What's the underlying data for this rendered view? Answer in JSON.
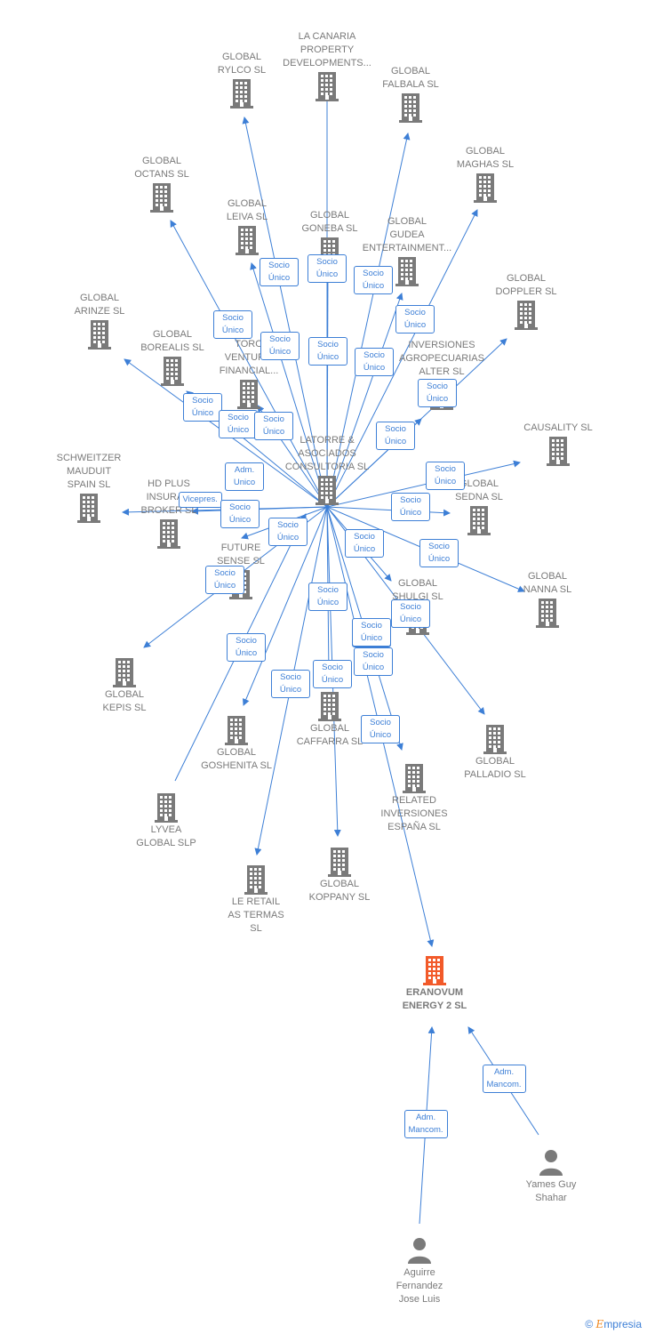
{
  "colors": {
    "node": "#7a7a7a",
    "main": "#f25a2a",
    "edge": "#3d7fd6"
  },
  "icons": {
    "company": "building-icon",
    "person": "person-icon"
  },
  "nodes": [
    {
      "id": "latorre",
      "label": "LATORRE &\nASOCIADOS\nCONSULTORIA SL",
      "type": "company",
      "hub": true
    },
    {
      "id": "rylco",
      "label": "GLOBAL\nRYLCO  SL",
      "type": "company"
    },
    {
      "id": "lacanaria",
      "label": "LA CANARIA\nPROPERTY\nDEVELOPMENTS...",
      "type": "company"
    },
    {
      "id": "falbala",
      "label": "GLOBAL\nFALBALA  SL",
      "type": "company"
    },
    {
      "id": "octans",
      "label": "GLOBAL\nOCTANS  SL",
      "type": "company"
    },
    {
      "id": "maghas",
      "label": "GLOBAL\nMAGHAS  SL",
      "type": "company"
    },
    {
      "id": "leiva",
      "label": "GLOBAL\nLEIVA  SL",
      "type": "company"
    },
    {
      "id": "goneba",
      "label": "GLOBAL\nGONEBA  SL",
      "type": "company"
    },
    {
      "id": "gudea",
      "label": "GLOBAL\nGUDEA\nENTERTAINMENT...",
      "type": "company"
    },
    {
      "id": "doppler",
      "label": "GLOBAL\nDOPPLER  SL",
      "type": "company"
    },
    {
      "id": "arinze",
      "label": "GLOBAL\nARINZE  SL",
      "type": "company"
    },
    {
      "id": "borealis",
      "label": "GLOBAL\nBOREALIS  SL",
      "type": "company"
    },
    {
      "id": "toro",
      "label": "TORO\nVENTUR...\nFINANCIAL...",
      "type": "company"
    },
    {
      "id": "agro",
      "label": "INVERSIONES\nAGROPECUARIAS\nALTER  SL",
      "type": "company"
    },
    {
      "id": "causality",
      "label": "CAUSALITY  SL",
      "type": "company"
    },
    {
      "id": "schweitzer",
      "label": "SCHWEITZER\nMAUDUIT\nSPAIN SL",
      "type": "company"
    },
    {
      "id": "hdplus",
      "label": "HD PLUS\nINSURA...\nBROKER  SL",
      "type": "company"
    },
    {
      "id": "sedna",
      "label": "GLOBAL\nSEDNA  SL",
      "type": "company"
    },
    {
      "id": "future",
      "label": "FUTURE\nSENSE  SL",
      "type": "company"
    },
    {
      "id": "nanna",
      "label": "GLOBAL\nNANNA  SL",
      "type": "company"
    },
    {
      "id": "shulgi",
      "label": "GLOBAL\nSHULGI  SL",
      "type": "company"
    },
    {
      "id": "kepis",
      "label": "GLOBAL\nKEPIS  SL",
      "type": "company"
    },
    {
      "id": "goshenita",
      "label": "GLOBAL\nGOSHENITA SL",
      "type": "company"
    },
    {
      "id": "caffarra",
      "label": "GLOBAL\nCAFFARRA  SL",
      "type": "company"
    },
    {
      "id": "palladio",
      "label": "GLOBAL\nPALLADIO  SL",
      "type": "company"
    },
    {
      "id": "lyvea",
      "label": "LYVEA\nGLOBAL  SLP",
      "type": "company"
    },
    {
      "id": "related",
      "label": "RELATED\nINVERSIONES\nESPAÑA  SL",
      "type": "company"
    },
    {
      "id": "koppany",
      "label": "GLOBAL\nKOPPANY  SL",
      "type": "company"
    },
    {
      "id": "leretail",
      "label": "LE RETAIL\nAS TERMAS\nSL",
      "type": "company"
    },
    {
      "id": "eranovum",
      "label": "ERANOVUM\nENERGY 2  SL",
      "type": "company",
      "main": true
    },
    {
      "id": "yames",
      "label": "Yames Guy\nShahar",
      "type": "person"
    },
    {
      "id": "aguirre",
      "label": "Aguirre\nFernandez\nJose Luis",
      "type": "person"
    }
  ],
  "edges": [
    {
      "from": "latorre",
      "to": "rylco",
      "label": "Socio\nÚnico"
    },
    {
      "from": "latorre",
      "to": "lacanaria",
      "label": "Socio\nÚnico"
    },
    {
      "from": "latorre",
      "to": "falbala",
      "label": "Socio\nÚnico"
    },
    {
      "from": "latorre",
      "to": "octans",
      "label": "Socio\nÚnico"
    },
    {
      "from": "latorre",
      "to": "maghas",
      "label": "Socio\nÚnico"
    },
    {
      "from": "latorre",
      "to": "leiva",
      "label": "Socio\nÚnico"
    },
    {
      "from": "latorre",
      "to": "goneba",
      "label": "Socio\nÚnico"
    },
    {
      "from": "latorre",
      "to": "gudea",
      "label": "Socio\nÚnico"
    },
    {
      "from": "latorre",
      "to": "doppler",
      "label": "Socio\nÚnico"
    },
    {
      "from": "latorre",
      "to": "arinze",
      "label": "Socio\nÚnico"
    },
    {
      "from": "latorre",
      "to": "borealis",
      "label": "Socio\nÚnico"
    },
    {
      "from": "latorre",
      "to": "toro",
      "label": "Socio\nÚnico"
    },
    {
      "from": "latorre",
      "to": "agro",
      "label": "Socio\nÚnico"
    },
    {
      "from": "latorre",
      "to": "causality",
      "label": "Socio\nÚnico"
    },
    {
      "from": "latorre",
      "to": "schweitzer",
      "label": "Vicepres."
    },
    {
      "from": "latorre",
      "to": "hdplus",
      "label": "Socio\nÚnico"
    },
    {
      "from": "latorre",
      "to": "sedna",
      "label": "Socio\nÚnico"
    },
    {
      "from": "latorre",
      "to": "future",
      "label": "Adm.\nUnico"
    },
    {
      "from": "latorre",
      "to": "nanna",
      "label": "Socio\nÚnico"
    },
    {
      "from": "latorre",
      "to": "shulgi",
      "label": "Socio\nÚnico"
    },
    {
      "from": "latorre",
      "to": "kepis",
      "label": "Socio\nÚnico"
    },
    {
      "from": "latorre",
      "to": "goshenita",
      "label": "Socio\nÚnico"
    },
    {
      "from": "latorre",
      "to": "caffarra",
      "label": "Socio\nÚnico"
    },
    {
      "from": "latorre",
      "to": "palladio",
      "label": "Socio\nÚnico"
    },
    {
      "from": "latorre",
      "to": "lyvea",
      "label": "Socio\nÚnico"
    },
    {
      "from": "latorre",
      "to": "related",
      "label": "Socio\nÚnico"
    },
    {
      "from": "latorre",
      "to": "koppany",
      "label": "Socio\nÚnico"
    },
    {
      "from": "latorre",
      "to": "leretail",
      "label": "Socio\nÚnico"
    },
    {
      "from": "latorre",
      "to": "eranovum",
      "label": "Socio\nÚnico"
    },
    {
      "from": "yames",
      "to": "eranovum",
      "label": "Adm.\nMancom."
    },
    {
      "from": "aguirre",
      "to": "eranovum",
      "label": "Adm.\nMancom."
    }
  ],
  "extra_tags": [
    "Socio\nÚnico",
    "Socio\nÚnico",
    "Socio\nÚnico",
    "Socio\nÚnico",
    "Socio\nÚnico",
    "Socio\nÚnico",
    "Socio\nÚnico"
  ],
  "footer": {
    "copyright": "©",
    "brand_first": "E",
    "brand_rest": "mpresia"
  }
}
